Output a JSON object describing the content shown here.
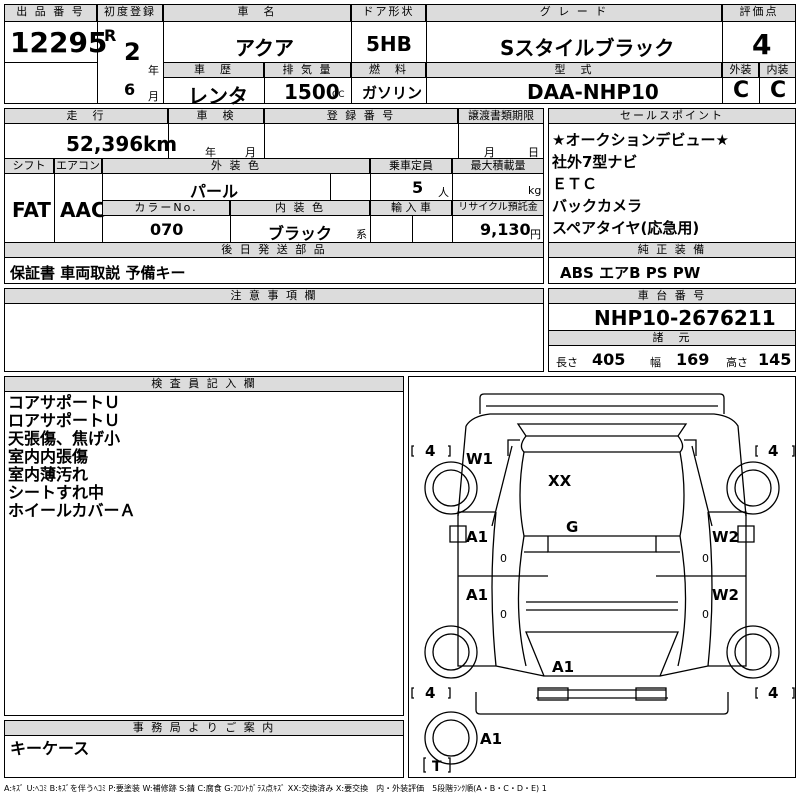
{
  "header": {
    "lot_label": "出 品 番 号",
    "lot": "12295",
    "reg_label": "初度登録",
    "era": "R",
    "year": "2",
    "year_unit": "年",
    "month": "6",
    "month_unit": "月",
    "name_label": "車　名",
    "name": "アクア",
    "door_label": "ドア形状",
    "door": "5HB",
    "grade_label": "グ レ ー ド",
    "grade": "Sスタイルブラック",
    "score_label": "評価点",
    "score": "4",
    "history_label": "車　歴",
    "history": "レンタ",
    "disp_label": "排 気 量",
    "disp": "1500",
    "disp_unit": "CC",
    "fuel_label": "燃　料",
    "fuel": "ガソリン",
    "model_label": "型　式",
    "model": "DAA-NHP10",
    "ext_label": "外装",
    "ext": "C",
    "int_label": "内装",
    "int": "C"
  },
  "row2": {
    "mileage_label": "走　行",
    "mileage": "52,396",
    "mileage_unit": "km",
    "inspection_label": "車　検",
    "year_unit": "年",
    "month_unit": "月",
    "regno_label": "登 録 番 号",
    "transfer_label": "譲渡書類期限",
    "day_unit": "日",
    "shift_label": "シフト",
    "shift": "FAT",
    "ac_label": "エアコン",
    "ac": "AAC",
    "color_label": "外 装 色",
    "color": "パール",
    "cap_label": "乗車定員",
    "cap": "5",
    "cap_unit": "人",
    "load_label": "最大積載量",
    "load_unit": "kg",
    "colorno_label": "カラーNo.",
    "colorno": "070",
    "intcolor_label": "内 装 色",
    "intcolor": "ブラック",
    "intcolor_unit": "系",
    "import_label": "輸 入 車",
    "recycle_label": "リサイクル預託金",
    "recycle": "9,130",
    "recycle_unit": "円",
    "later_label": "後 日 発 送 部 品",
    "later": "保証書 車両取説 予備キー"
  },
  "sales": {
    "label": "セールスポイント",
    "lines": [
      "★オークションデビュー★",
      "社外7型ナビ",
      "ＥＴＣ",
      "バックカメラ",
      "スペアタイヤ(応急用)"
    ]
  },
  "equip": {
    "label": "純 正 装 備",
    "value": "ABS エアB PS PW"
  },
  "caution": {
    "label": "注 意 事 項 欄"
  },
  "chassis": {
    "label": "車 台 番 号",
    "value": "NHP10-2676211",
    "spec_label": "諸　元",
    "len_label": "長さ",
    "len": "405",
    "wid_label": "幅",
    "wid": "169",
    "hgt_label": "高さ",
    "hgt": "145"
  },
  "inspector": {
    "label": "検 査 員 記 入 欄",
    "lines": [
      "コアサポートＵ",
      "ロアサポートＵ",
      "天張傷、焦げ小",
      "室内内張傷",
      "室内薄汚れ",
      "シートすれ中",
      "ホイールカバーＡ"
    ]
  },
  "diagram": {
    "tire_fl": "4",
    "tire_fr": "4",
    "tire_rl": "4",
    "tire_rr": "4",
    "spare": "T",
    "marks": {
      "w1": "W1",
      "xx": "XX",
      "g": "G",
      "a1_fd": "A1",
      "w2_fd": "W2",
      "a1_rd": "A1",
      "w2_rd": "W2",
      "a1_rear": "A1",
      "a1_bumper": "A1",
      "zero": "0"
    }
  },
  "office": {
    "label": "事 務 局 よ り ご 案 内",
    "value": "キーケース"
  },
  "legend": "A:ｷｽﾞ U:ﾍｺﾐ B:ｷｽﾞを伴うﾍｺﾐ P:要塗装 W:補修跡 S:錆 C:腐食 G:ﾌﾛﾝﾄｶﾞﾗｽ点ｷｽﾞ XX:交換済み X:要交換　内・外装評価　5段階ﾗﾝｸ順(A・B・C・D・E) 1"
}
